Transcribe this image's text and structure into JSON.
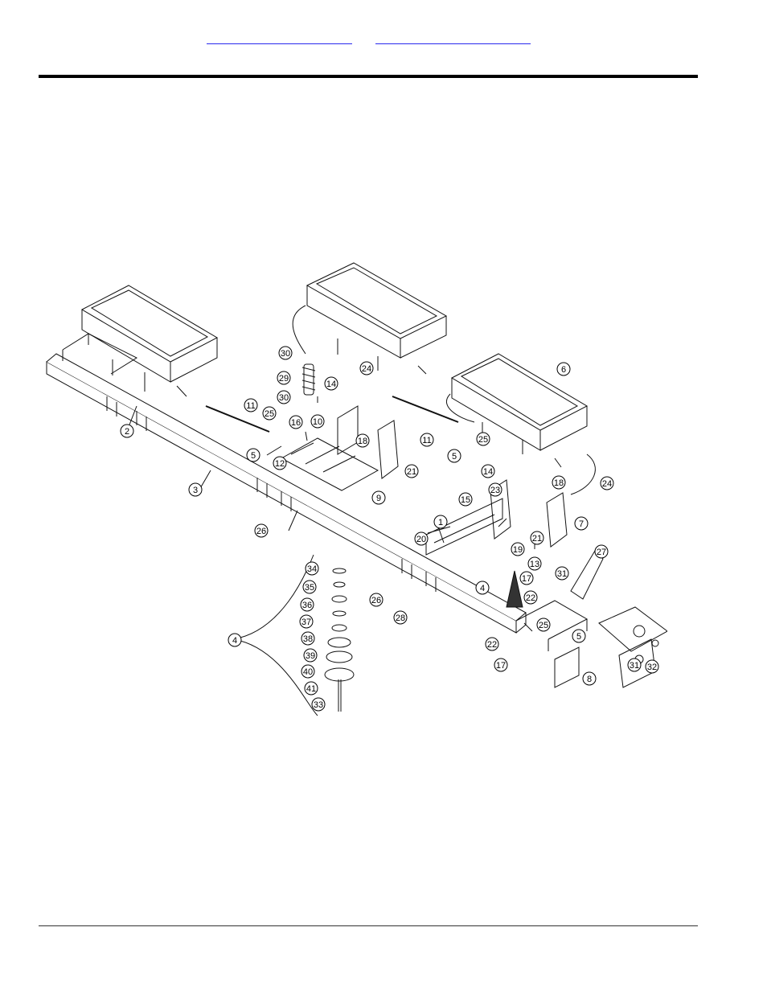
{
  "header": {
    "links": [
      "",
      ""
    ]
  },
  "diagram": {
    "callouts": {
      "c1": "1",
      "c2": "2",
      "c3": "3",
      "c4a": "4",
      "c4b": "4",
      "c5a": "5",
      "c5b": "5",
      "c5c": "5",
      "c6": "6",
      "c7": "7",
      "c8": "8",
      "c9": "9",
      "c10": "10",
      "c11a": "11",
      "c11b": "11",
      "c12": "12",
      "c13": "13",
      "c14a": "14",
      "c14b": "14",
      "c15": "15",
      "c16": "16",
      "c17a": "17",
      "c17b": "17",
      "c18a": "18",
      "c18b": "18",
      "c19": "19",
      "c20": "20",
      "c21a": "21",
      "c21b": "21",
      "c22a": "22",
      "c22b": "22",
      "c23": "23",
      "c24a": "24",
      "c24b": "24",
      "c25a": "25",
      "c25b": "25",
      "c25c": "25",
      "c26a": "26",
      "c26b": "26",
      "c27": "27",
      "c28": "28",
      "c29": "29",
      "c30a": "30",
      "c30b": "30",
      "c31a": "31",
      "c31b": "31",
      "c32": "32",
      "c33": "33",
      "c34": "34",
      "c35": "35",
      "c36": "36",
      "c37": "37",
      "c38": "38",
      "c39": "39",
      "c40": "40",
      "c41": "41"
    }
  }
}
